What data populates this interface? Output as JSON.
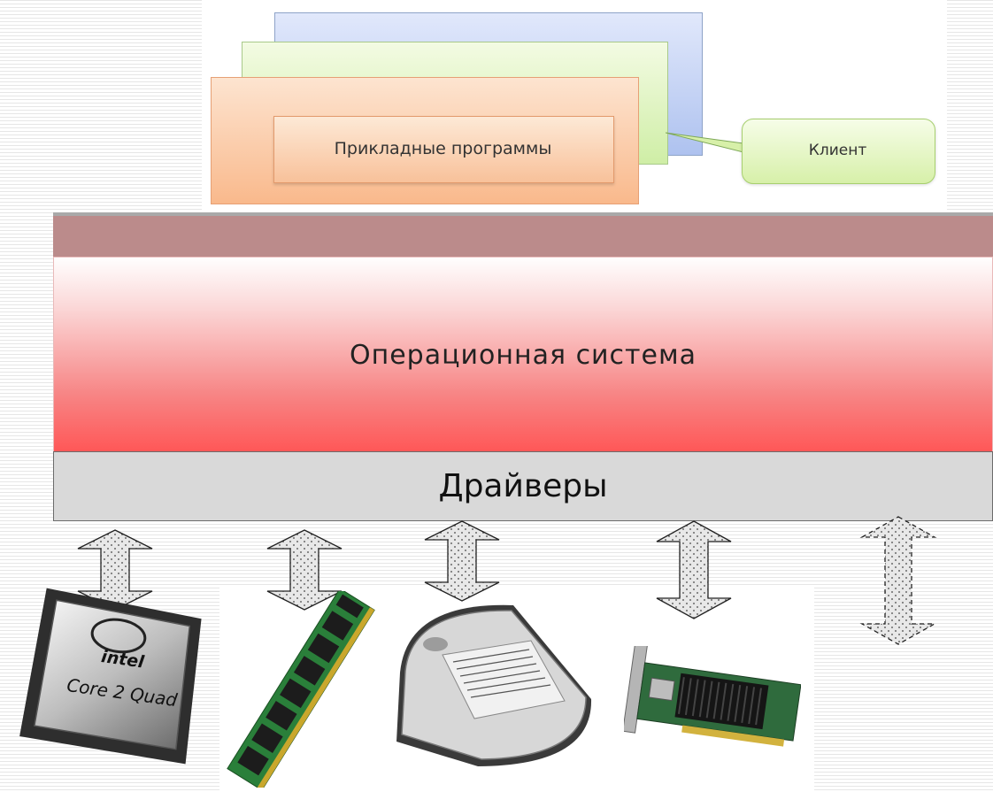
{
  "application_layer": {
    "label": "Прикладные программы",
    "client_label": "Клиент"
  },
  "os_layer": {
    "label": "Операционная система"
  },
  "drivers_layer": {
    "label": "Драйверы"
  },
  "hardware": {
    "cpu": {
      "brand": "intel",
      "model": "Core 2 Quad"
    },
    "items": [
      "cpu-chip-icon",
      "ram-module-icon",
      "hard-disk-icon",
      "expansion-card-icon",
      "unknown-device-icon"
    ]
  },
  "colors": {
    "os_top": "#bb8b8b",
    "os_gradient_end": "#ff5656",
    "drivers": "#d9d9d9",
    "app_orange": "#f9b98c",
    "app_green": "#cfeea6",
    "app_blue": "#aec2ef",
    "client_green": "#d7f0a9"
  }
}
